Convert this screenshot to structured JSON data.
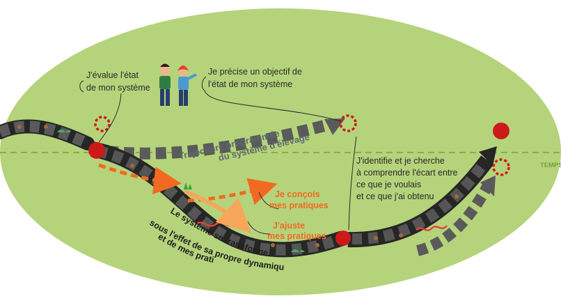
{
  "labels": {
    "evaluate": [
      "J'évalue l'état",
      "de mon système"
    ],
    "objective": [
      "Je précise un objectif de",
      "l'état de mon système"
    ],
    "identify": [
      "J'identifie et je cherche",
      "à comprendre l'écart entre",
      "ce que je voulais",
      "et ce que j'ai obtenu"
    ],
    "design": [
      "Je conçois",
      "mes pratiques"
    ],
    "adjust": [
      "J'ajuste",
      "mes pratiques"
    ],
    "programmed": [
      "Trajectoire programmée",
      "du système d'élevage"
    ],
    "transform": [
      "Le système se transforme",
      "sous l'effet de sa propre dynamique",
      "et de mes pratiques"
    ],
    "time_axis": "TEMPS"
  },
  "colors": {
    "ellipse": "#b5d37b",
    "time_axis": "#7aa23c",
    "arrow_dark": "#262626",
    "arrow_grey": "#5a5a5a",
    "state_red": "#cc1a1a",
    "practice_orange": "#f26a21",
    "practice_light": "#f7a65a"
  }
}
